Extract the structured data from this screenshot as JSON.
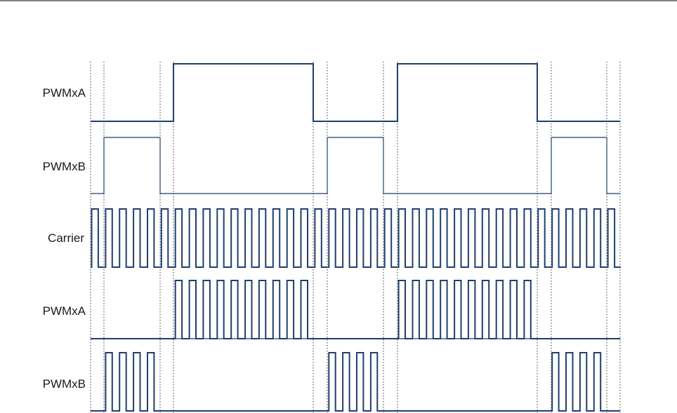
{
  "rows": [
    {
      "id": "pwmxa-top",
      "label": "PWMxA"
    },
    {
      "id": "pwmxb-top",
      "label": "PWMxB"
    },
    {
      "id": "carrier",
      "label": "Carrier"
    },
    {
      "id": "pwmxa-bottom",
      "label": "PWMxA"
    },
    {
      "id": "pwmxb-bottom",
      "label": "PWMxB"
    }
  ],
  "wave_color": "#1f3f6e"
}
